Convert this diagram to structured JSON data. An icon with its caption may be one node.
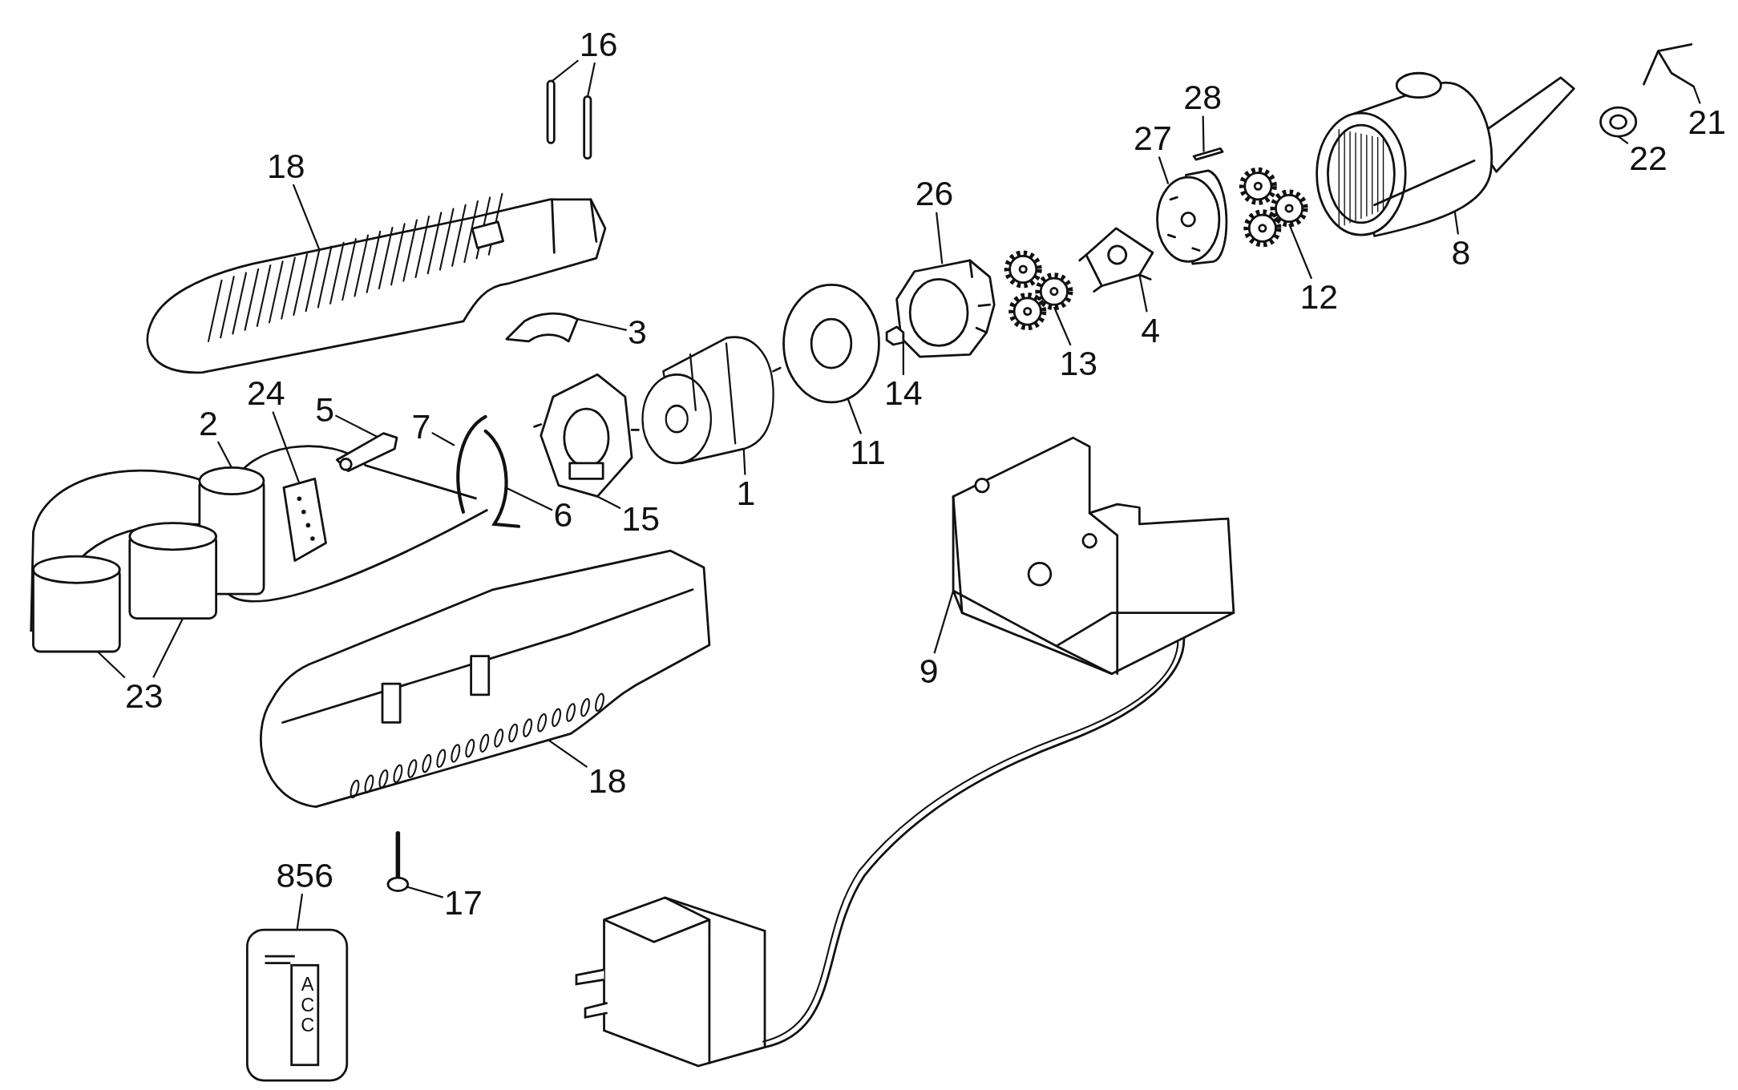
{
  "diagram": {
    "nodes": [
      {
        "text": [
          "16"
        ]
      },
      {
        "text": [],
        "shape": "bar"
      },
      {
        "text": [],
        "shape": "bar"
      },
      {
        "text": [
          "18"
        ]
      },
      {
        "text": [],
        "shape": "picture"
      },
      {
        "text": [
          "28"
        ]
      },
      {
        "text": [],
        "shape": "bar"
      },
      {
        "text": [
          "27"
        ]
      },
      {
        "text": [],
        "shape": "picture"
      },
      {
        "text": [
          "26"
        ]
      },
      {
        "text": [],
        "shape": "picture"
      },
      {
        "text": [
          "8"
        ]
      },
      {
        "text": [],
        "shape": "picture"
      },
      {
        "text": [
          "22"
        ]
      },
      {
        "text": [],
        "shape": "picture"
      },
      {
        "text": [
          "21"
        ]
      },
      {
        "text": [],
        "shape": "picture"
      },
      {
        "text": [
          "12"
        ]
      },
      {
        "text": [],
        "shape": "picture"
      },
      {
        "text": [
          "3"
        ]
      },
      {
        "text": [],
        "shape": "picture"
      },
      {
        "text": [
          "13"
        ]
      },
      {
        "text": [],
        "shape": "picture"
      },
      {
        "text": [
          "4"
        ]
      },
      {
        "text": [],
        "shape": "picture"
      },
      {
        "text": [
          "14"
        ]
      },
      {
        "text": [],
        "shape": "box"
      },
      {
        "text": [
          "11"
        ]
      },
      {
        "text": [],
        "shape": "picture"
      },
      {
        "text": [
          "1"
        ]
      },
      {
        "text": [],
        "shape": "picture"
      },
      {
        "text": [
          "15"
        ]
      },
      {
        "text": [],
        "shape": "picture"
      },
      {
        "text": [
          "6"
        ]
      },
      {
        "text": [],
        "shape": "picture"
      },
      {
        "text": [
          "7"
        ]
      },
      {
        "text": [],
        "shape": "picture"
      },
      {
        "text": [
          "24"
        ]
      },
      {
        "text": [
          "5"
        ]
      },
      {
        "text": [
          "2"
        ]
      },
      {
        "text": [],
        "shape": "picture"
      },
      {
        "text": [],
        "shape": "picture"
      },
      {
        "text": [],
        "shape": "cylinder"
      },
      {
        "text": [],
        "shape": "cylinder"
      },
      {
        "text": [],
        "shape": "cylinder"
      },
      {
        "text": [
          "23"
        ]
      },
      {
        "text": [],
        "shape": "picture"
      },
      {
        "text": [
          "18"
        ]
      },
      {
        "text": [],
        "shape": "picture"
      },
      {
        "text": [
          "9"
        ]
      },
      {
        "text": [],
        "shape": "picture"
      },
      {
        "text": [
          "17"
        ]
      },
      {
        "text": [
          "856"
        ]
      },
      {
        "text": [
          "ACC"
        ]
      }
    ],
    "edges": [
      {
        "from": 0,
        "to": 1,
        "arrow": "none"
      },
      {
        "from": 0,
        "to": 2,
        "arrow": "none"
      },
      {
        "from": 3,
        "to": 4,
        "arrow": "none"
      },
      {
        "from": 5,
        "to": 6,
        "arrow": "none"
      },
      {
        "from": 7,
        "to": 8,
        "arrow": "none"
      },
      {
        "from": 9,
        "to": 10,
        "arrow": "none"
      },
      {
        "from": 11,
        "to": 12,
        "arrow": "none"
      },
      {
        "from": 13,
        "to": 14,
        "arrow": "none"
      },
      {
        "from": 15,
        "to": 16,
        "arrow": "none"
      },
      {
        "from": 17,
        "to": 18,
        "arrow": "none"
      },
      {
        "from": 19,
        "to": 20,
        "arrow": "none"
      },
      {
        "from": 21,
        "to": 22,
        "arrow": "none"
      },
      {
        "from": 23,
        "to": 24,
        "arrow": "none"
      },
      {
        "from": 25,
        "to": 26,
        "arrow": "none"
      },
      {
        "from": 27,
        "to": 28,
        "arrow": "none"
      },
      {
        "from": 29,
        "to": 30,
        "arrow": "none"
      },
      {
        "from": 31,
        "to": 32,
        "arrow": "none"
      },
      {
        "from": 33,
        "to": 34,
        "arrow": "none"
      },
      {
        "from": 35,
        "to": 36,
        "arrow": "none"
      },
      {
        "from": 37,
        "to": 41,
        "arrow": "none"
      },
      {
        "from": 38,
        "to": 40,
        "arrow": "none"
      },
      {
        "from": 39,
        "to": 42,
        "arrow": "none"
      },
      {
        "from": 45,
        "to": 43,
        "arrow": "none"
      },
      {
        "from": 45,
        "to": 44,
        "arrow": "none"
      },
      {
        "from": 47,
        "to": 46,
        "arrow": "none"
      },
      {
        "from": 49,
        "to": 48,
        "arrow": "none"
      },
      {
        "from": 51,
        "to": 50,
        "arrow": "none"
      },
      {
        "from": 52,
        "to": 53,
        "arrow": "none"
      }
    ]
  }
}
